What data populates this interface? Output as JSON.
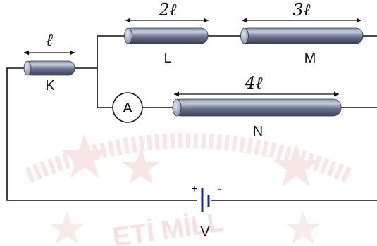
{
  "colors": {
    "rod_light": "#b8bfd2",
    "rod_mid": "#6c7590",
    "rod_dark": "#3c4258",
    "wire": "#111111",
    "battery": "#1a2a8a",
    "watermark": "#f4d2d2"
  },
  "resistors": {
    "K": {
      "name": "K",
      "length": "ℓ"
    },
    "L": {
      "name": "L",
      "length": "2ℓ"
    },
    "M": {
      "name": "M",
      "length": "3ℓ"
    },
    "N": {
      "name": "N",
      "length": "4ℓ"
    }
  },
  "ammeter": {
    "symbol": "A"
  },
  "battery": {
    "label": "V",
    "plus": "+",
    "minus": "-"
  },
  "watermark": {
    "text": "ETİ MİLL"
  }
}
